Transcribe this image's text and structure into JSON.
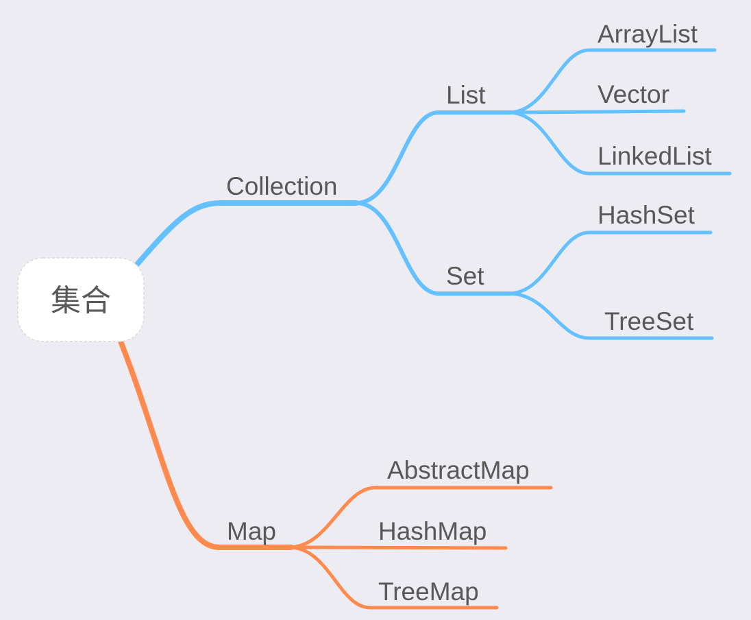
{
  "colors": {
    "background": "#edecf3",
    "collection_branch": "#64c0fe",
    "map_branch": "#ff8a4d",
    "text": "#585858",
    "root_fill": "#ffffff",
    "root_border": "#d9d9d9"
  },
  "root": {
    "label": "集合"
  },
  "collection": {
    "label": "Collection",
    "list": {
      "label": "List",
      "children": [
        "ArrayList",
        "Vector",
        "LinkedList"
      ]
    },
    "set": {
      "label": "Set",
      "children": [
        "HashSet",
        "TreeSet"
      ]
    }
  },
  "map": {
    "label": "Map",
    "children": [
      "AbstractMap",
      "HashMap",
      "TreeMap"
    ]
  }
}
